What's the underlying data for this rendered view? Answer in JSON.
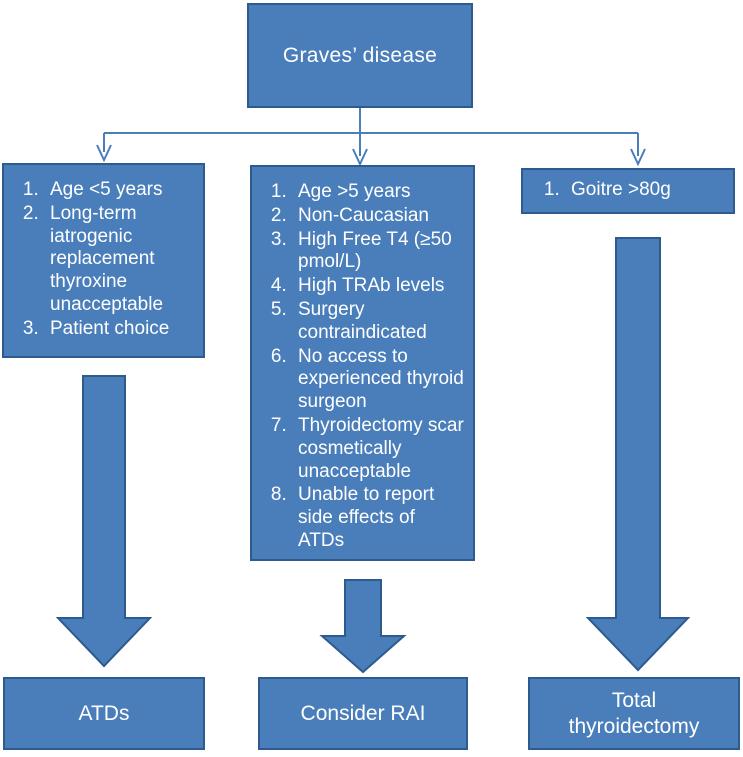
{
  "diagram": {
    "title_node": {
      "label": "Graves’ disease"
    },
    "criteria_boxes": [
      {
        "name": "atd-criteria",
        "items": [
          "Age <5 years",
          "Long-term iatrogenic replacement thyroxine unacceptable",
          "Patient choice"
        ]
      },
      {
        "name": "rai-criteria",
        "items": [
          "Age >5 years",
          "Non-Caucasian",
          "High Free T4 (≥50 pmol/L)",
          "High TRAb levels",
          "Surgery contraindicated",
          "No access to experienced thyroid surgeon",
          "Thyroidectomy scar cosmetically unacceptable",
          "Unable to report side effects of ATDs"
        ]
      },
      {
        "name": "surgery-criteria",
        "items": [
          "Goitre >80g"
        ]
      }
    ],
    "outcome_boxes": [
      {
        "name": "outcome-atds",
        "label": "ATDs"
      },
      {
        "name": "outcome-rai",
        "label": "Consider RAI"
      },
      {
        "name": "outcome-surgery",
        "label": "Total\nthyroidectomy"
      }
    ],
    "colors": {
      "box_fill": "#4a7ebb",
      "box_border": "#2e5b8f",
      "text": "#ffffff",
      "thin_connector": "#4a7ebb",
      "block_arrow_fill": "#4a7ebb",
      "block_arrow_border": "#2e5b8f"
    }
  }
}
